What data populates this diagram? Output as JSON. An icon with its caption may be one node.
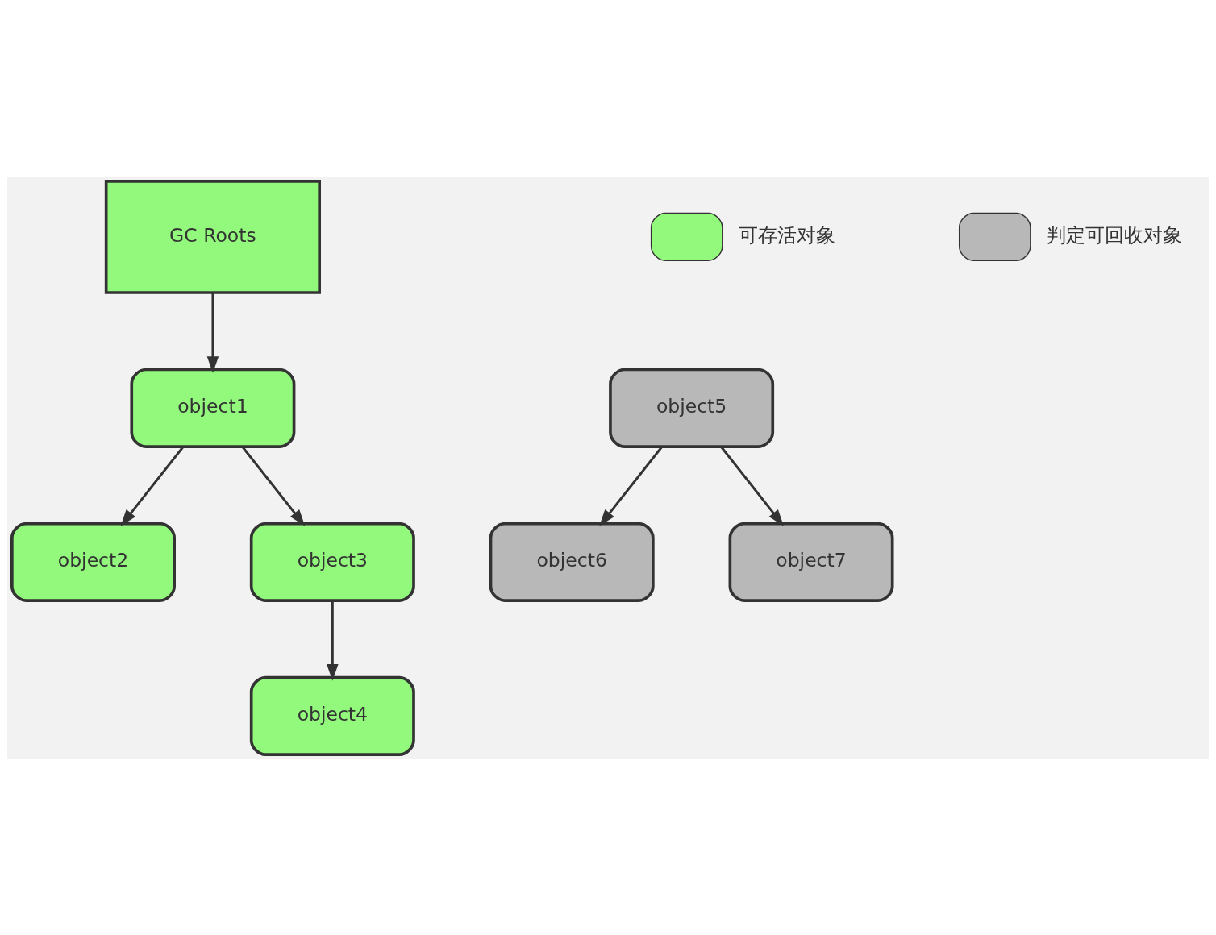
{
  "diagram": {
    "nodes": [
      {
        "text": [
          "GC Roots"
        ]
      },
      {
        "text": [
          "object1"
        ]
      },
      {
        "text": [
          "object2"
        ]
      },
      {
        "text": [
          "object3"
        ]
      },
      {
        "text": [
          "object4"
        ]
      },
      {
        "text": [
          "object5"
        ]
      },
      {
        "text": [
          "object6"
        ]
      },
      {
        "text": [
          "object7"
        ]
      }
    ],
    "edges": [
      {
        "from": 0,
        "to": 1,
        "arrow": "to"
      },
      {
        "from": 1,
        "to": 2,
        "arrow": "to"
      },
      {
        "from": 1,
        "to": 3,
        "arrow": "to"
      },
      {
        "from": 3,
        "to": 4,
        "arrow": "to"
      },
      {
        "from": 5,
        "to": 6,
        "arrow": "to"
      },
      {
        "from": 5,
        "to": 7,
        "arrow": "to"
      }
    ],
    "legend": [
      {
        "text": "可存活对象",
        "color": "#92f97d"
      },
      {
        "text": "判定可回收对象",
        "color": "#b8b8b8"
      }
    ]
  }
}
